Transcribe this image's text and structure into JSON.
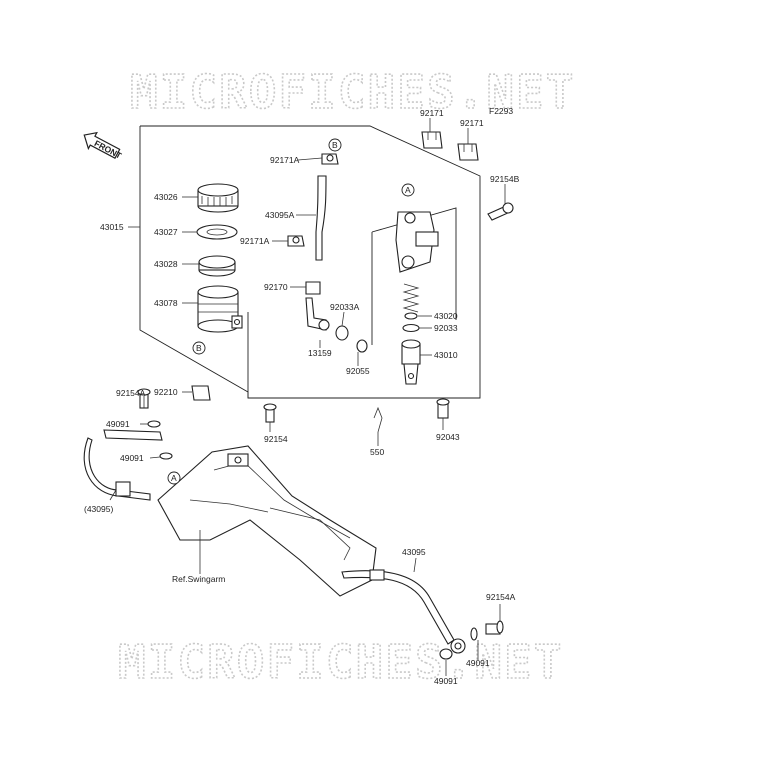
{
  "watermark": "MICROFICHES.NET",
  "figure_code": "F2293",
  "front_label": "FRONT",
  "callouts": {
    "a": "A",
    "b": "B"
  },
  "parts": {
    "p92171_left": "92171",
    "p92171_right": "92171",
    "p92171A_top": "92171A",
    "p92171A_mid": "92171A",
    "p43026": "43026",
    "p43027": "43027",
    "p43028": "43028",
    "p43078": "43078",
    "p43015": "43015",
    "p43095A": "43095A",
    "p92170": "92170",
    "p92033A": "92033A",
    "p13159": "13159",
    "p92055": "92055",
    "p92154B": "92154B",
    "p43020": "43020",
    "p92033": "92033",
    "p43010": "43010",
    "p92154A_left": "92154A",
    "p92210": "92210",
    "p49091_a": "49091",
    "p49091_b": "49091",
    "p92154": "92154",
    "p550": "550",
    "p92043": "92043",
    "p43095_paren": "(43095)",
    "ref_swingarm": "Ref.Swingarm",
    "p43095": "43095",
    "p92154A_right": "92154A",
    "p49091_c": "49091",
    "p49091_d": "49091"
  }
}
